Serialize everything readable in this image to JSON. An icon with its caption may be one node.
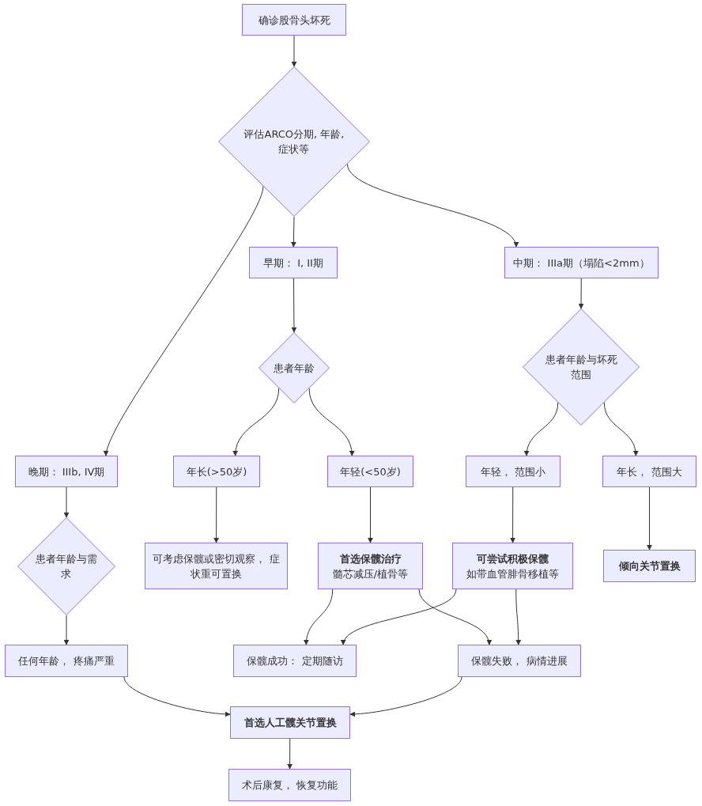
{
  "diagram": {
    "nodes": [
      {
        "text": [
          "确诊股骨头坏死"
        ]
      },
      {
        "text": [
          "评估ARCO分期, 年龄, 症状等"
        ]
      },
      {
        "text": [
          "早期： I, II期"
        ]
      },
      {
        "text": [
          "中期： IIIa期（塌陷<2mm）"
        ]
      },
      {
        "text": [
          "患者年龄"
        ]
      },
      {
        "text": [
          "患者年龄与坏死范围"
        ]
      },
      {
        "text": [
          "晚期： IIIb, IV期"
        ]
      },
      {
        "text": [
          "年长(>50岁)"
        ]
      },
      {
        "text": [
          "年轻(<50岁)"
        ]
      },
      {
        "text": [
          "年轻， 范围小"
        ]
      },
      {
        "text": [
          "年长， 范围大"
        ]
      },
      {
        "text": [
          "患者年龄与需求"
        ]
      },
      {
        "text": [
          "可考虑保髋或密切观察， 症状重可置换"
        ]
      },
      {
        "text": [
          "首选保髋治疗",
          "髓芯减压/植骨等"
        ]
      },
      {
        "text": [
          "可尝试积极保髋",
          "如带血管腓骨移植等"
        ]
      },
      {
        "text": [
          "倾向关节置换"
        ]
      },
      {
        "text": [
          "任何年龄， 疼痛严重"
        ]
      },
      {
        "text": [
          "保髋成功： 定期随访"
        ]
      },
      {
        "text": [
          "保髋失败， 病情进展"
        ]
      },
      {
        "text": [
          "首选人工髋关节置换"
        ]
      },
      {
        "text": [
          "术后康复， 恢复功能"
        ]
      }
    ],
    "edges": [
      {
        "from": 0,
        "to": 1,
        "arrow": "to"
      },
      {
        "from": 1,
        "to": 6,
        "arrow": "to"
      },
      {
        "from": 1,
        "to": 2,
        "arrow": "to"
      },
      {
        "from": 1,
        "to": 3,
        "arrow": "to"
      },
      {
        "from": 2,
        "to": 4,
        "arrow": "to"
      },
      {
        "from": 3,
        "to": 5,
        "arrow": "to"
      },
      {
        "from": 4,
        "to": 7,
        "arrow": "to"
      },
      {
        "from": 4,
        "to": 8,
        "arrow": "to"
      },
      {
        "from": 5,
        "to": 9,
        "arrow": "to"
      },
      {
        "from": 5,
        "to": 10,
        "arrow": "to"
      },
      {
        "from": 6,
        "to": 11,
        "arrow": "to"
      },
      {
        "from": 7,
        "to": 12,
        "arrow": "to"
      },
      {
        "from": 8,
        "to": 13,
        "arrow": "to"
      },
      {
        "from": 9,
        "to": 14,
        "arrow": "to"
      },
      {
        "from": 10,
        "to": 15,
        "arrow": "to"
      },
      {
        "from": 11,
        "to": 16,
        "arrow": "to"
      },
      {
        "from": 13,
        "to": 17,
        "arrow": "to"
      },
      {
        "from": 13,
        "to": 18,
        "arrow": "to"
      },
      {
        "from": 14,
        "to": 17,
        "arrow": "to"
      },
      {
        "from": 14,
        "to": 18,
        "arrow": "to"
      },
      {
        "from": 16,
        "to": 19,
        "arrow": "to"
      },
      {
        "from": 18,
        "to": 19,
        "arrow": "to"
      },
      {
        "from": 19,
        "to": 20,
        "arrow": "to"
      }
    ]
  }
}
